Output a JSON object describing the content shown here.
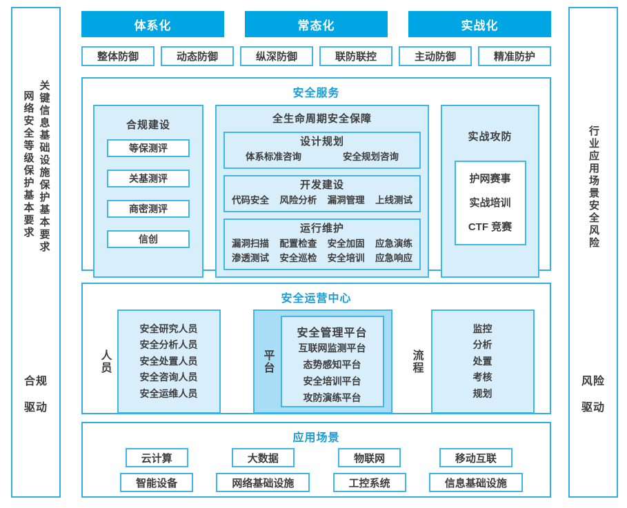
{
  "colors": {
    "accent": "#00a5e4",
    "section_border": "#30ade3",
    "box_border": "#3fb6e9",
    "panel_fill": "#d9eefb",
    "platform_fill": "#a9ddf6",
    "title_text": "#189cd8",
    "body_text": "#3d3d3d"
  },
  "left_sidebar": {
    "text_col1": "关键信息基础设施保护基本要求",
    "text_col2": "网络安全等级保护基本要求",
    "bottom_line1": "合规",
    "bottom_line2": "驱动"
  },
  "right_sidebar": {
    "text_col1": "行业应用场景安全风险",
    "bottom_line1": "风险",
    "bottom_line2": "驱动"
  },
  "top_buttons": [
    "体系化",
    "常态化",
    "实战化"
  ],
  "defense_row": [
    "整体防御",
    "动态防御",
    "纵深防御",
    "联防联控",
    "主动防御",
    "精准防护"
  ],
  "security_services": {
    "title": "安全服务",
    "compliance": {
      "title": "合规建设",
      "items": [
        "等保测评",
        "关基测评",
        "商密测评",
        "信创"
      ]
    },
    "lifecycle": {
      "title": "全生命周期安全保障",
      "stages": [
        {
          "title": "设计规划",
          "rows": [
            [
              "体系标准咨询",
              "安全规划咨询"
            ]
          ]
        },
        {
          "title": "开发建设",
          "rows": [
            [
              "代码安全",
              "风险分析",
              "漏洞管理",
              "上线测试"
            ]
          ]
        },
        {
          "title": "运行维护",
          "rows": [
            [
              "漏洞扫描",
              "配置检查",
              "安全加固",
              "应急演练"
            ],
            [
              "渗透测试",
              "安全巡检",
              "安全培训",
              "应急响应"
            ]
          ]
        }
      ]
    },
    "combat": {
      "title": "实战攻防",
      "items": [
        "护网赛事",
        "实战培训",
        "CTF 竞赛"
      ]
    }
  },
  "operations_center": {
    "title": "安全运营中心",
    "personnel": {
      "label": "人员",
      "items": [
        "安全研究人员",
        "安全分析人员",
        "安全处置人员",
        "安全咨询人员",
        "安全运维人员"
      ]
    },
    "platform": {
      "label": "平台",
      "title": "安全管理平台",
      "items": [
        "互联网监测平台",
        "态势感知平台",
        "安全培训平台",
        "攻防演练平台"
      ]
    },
    "process": {
      "label": "流程",
      "items": [
        "监控",
        "分析",
        "处置",
        "考核",
        "规划"
      ]
    }
  },
  "application_scenarios": {
    "title": "应用场景",
    "rows": [
      [
        "云计算",
        "大数据",
        "物联网",
        "移动互联"
      ],
      [
        "智能设备",
        "网络基础设施",
        "工控系统",
        "信息基础设施"
      ]
    ]
  }
}
